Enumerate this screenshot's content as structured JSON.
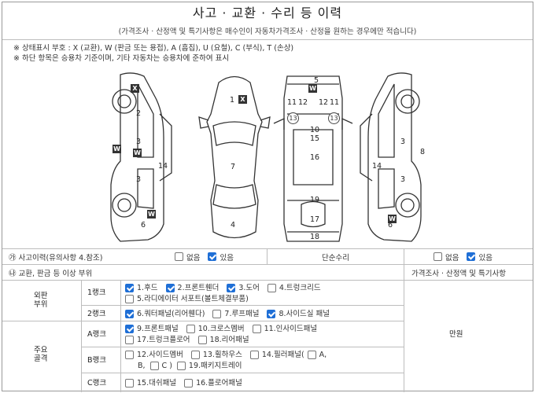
{
  "title": "사고 · 교환 · 수리 등 이력",
  "subtitle": "(가격조사 · 산정액 및 특기사항은 매수인이 자동차가격조사 · 산정을 원하는 경우에만 적습니다)",
  "notes": [
    "※ 상태표시 부호 : X (교환), W (판금 또는 용접), A (흠집), U (요철), C (부식), T (손상)",
    "※ 하단 항목은 승용차 기준이며, 기타 자동차는 승용차에 준하여 표시"
  ],
  "diagram": {
    "labels": {
      "n1": "1",
      "n2": "2",
      "n3a": "3",
      "n3b": "3",
      "n3c": "3",
      "n3d": "3",
      "n4": "4",
      "n5": "5",
      "n6a": "6",
      "n6b": "6",
      "n7": "7",
      "n8": "8",
      "n10": "10",
      "n11a": "11",
      "n11b": "11",
      "n12a": "12",
      "n12b": "12",
      "n13a": "13",
      "n13b": "13",
      "n14a": "14",
      "n14b": "14",
      "n15": "15",
      "n16": "16",
      "n17": "17",
      "n18": "18",
      "n19": "19"
    },
    "marks": {
      "x": "X",
      "w": "W"
    }
  },
  "accident": {
    "label": "사고이력(유의사항 4.참조)",
    "circle": "㉮",
    "opt_no": "없음",
    "opt_yes": "있음",
    "simple_label": "단순수리",
    "simple_no": "없음",
    "simple_yes": "있음"
  },
  "exchange": {
    "label": "교환, 판금 등 이상 부위",
    "circle": "㉯",
    "price_header": "가격조사 · 산정액 및 특기사항",
    "price_value": "만원"
  },
  "groups": {
    "outer": "외판\n부위",
    "outer_1": "외판",
    "outer_2": "부위",
    "main_1": "주요",
    "main_2": "골격"
  },
  "ranks": {
    "r1": "1랭크",
    "r2": "2랭크",
    "ra": "A랭크",
    "rb": "B랭크",
    "rc": "C랭크"
  },
  "items": {
    "i1": "1.후드",
    "i2": "2.프론트휀더",
    "i3": "3.도어",
    "i4": "4.트렁크리드",
    "i5": "5.라디에이터 서포트(볼트체결부품)",
    "i6": "6.쿼터패널(리어휀다)",
    "i7": "7.루프패널",
    "i8": "8.사이드실 패널",
    "i9": "9.프론트패널",
    "i10": "10.크로스멤버",
    "i11": "11.인사이드패널",
    "i17": "17.트렁크플로어",
    "i18": "18.리어패널",
    "i12": "12.사이드멤버",
    "i13": "13.휠하우스",
    "i14": "14.필러패널(",
    "i14a": "A,",
    "i14b": "B,",
    "i14c": "C )",
    "i19": "19.패키지트레이",
    "i15": "15.대쉬패널",
    "i16": "16.플로어패널"
  }
}
